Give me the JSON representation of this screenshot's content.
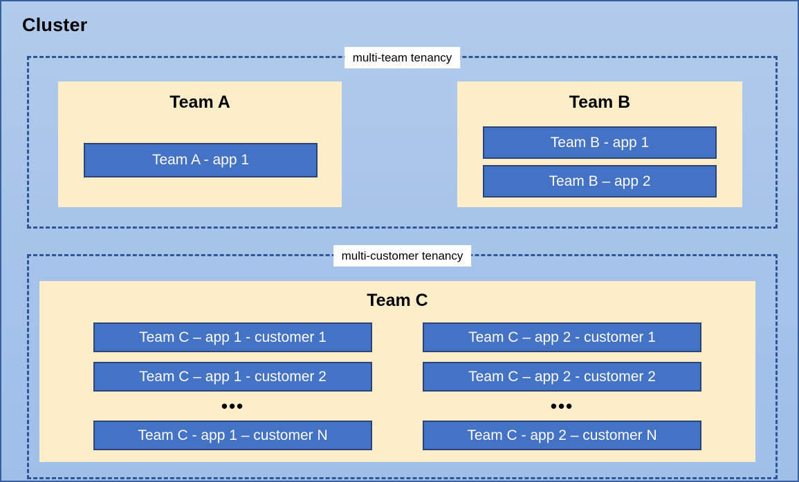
{
  "cluster": {
    "title": "Cluster",
    "background_color": "#a6c3ea",
    "border_color": "#3a5f9e"
  },
  "tenancy_regions": [
    {
      "id": "multi-team",
      "label": "multi-team tenancy",
      "border_style": "dashed",
      "border_color": "#2f5597"
    },
    {
      "id": "multi-customer",
      "label": "multi-customer tenancy",
      "border_style": "dashed",
      "border_color": "#2f5597"
    }
  ],
  "teams": {
    "a": {
      "title": "Team A",
      "panel_color": "#fdeec9",
      "apps": [
        {
          "label": "Team A - app 1"
        }
      ]
    },
    "b": {
      "title": "Team B",
      "panel_color": "#fdeec9",
      "apps": [
        {
          "label": "Team B - app 1"
        },
        {
          "label": "Team B – app 2"
        }
      ]
    },
    "c": {
      "title": "Team C",
      "panel_color": "#fdeec9",
      "app_color": "#4472c4",
      "app_border_color": "#2c4376",
      "columns": [
        {
          "id": "app-1",
          "apps_top": [
            {
              "label": "Team C – app 1 - customer 1"
            },
            {
              "label": "Team C – app 1 - customer 2"
            }
          ],
          "ellipsis": "•••",
          "apps_bottom": [
            {
              "label": "Team C - app 1 – customer N"
            }
          ]
        },
        {
          "id": "app-2",
          "apps_top": [
            {
              "label": "Team C – app 2 - customer 1"
            },
            {
              "label": "Team C – app 2 - customer 2"
            }
          ],
          "ellipsis": "•••",
          "apps_bottom": [
            {
              "label": "Team C - app 2 – customer N"
            }
          ]
        }
      ]
    }
  }
}
